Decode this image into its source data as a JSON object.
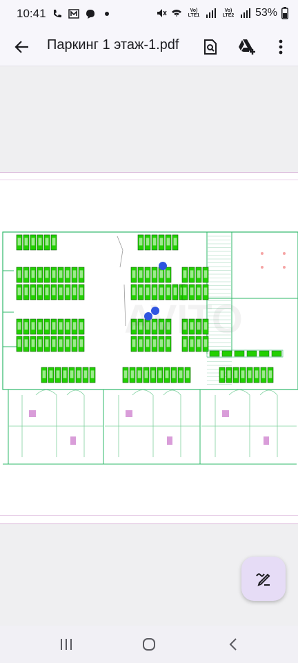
{
  "status_bar": {
    "time": "10:41",
    "battery": "53%",
    "sim1_label": "Vo) LTE1",
    "sim2_label": "Vo) LTE2",
    "icons": [
      "phone-missed-icon",
      "mail-m-icon",
      "chat-icon",
      "dot-icon",
      "mute-icon",
      "wifi-icon",
      "signal-icon",
      "battery-icon"
    ]
  },
  "app_bar": {
    "title": "Паркинг 1 этаж-1.pdf",
    "icons": [
      "back-arrow-icon",
      "search-document-icon",
      "drive-add-icon",
      "more-vert-icon"
    ]
  },
  "document": {
    "watermark": "AVITO",
    "accent_color": "#2f55e0",
    "spot_color": "#22d000"
  },
  "fab": {
    "icon": "edit-pen-icon",
    "color": "#e6dcf6"
  },
  "nav_bar": {
    "icons": [
      "recents-icon",
      "home-icon",
      "back-icon"
    ]
  }
}
